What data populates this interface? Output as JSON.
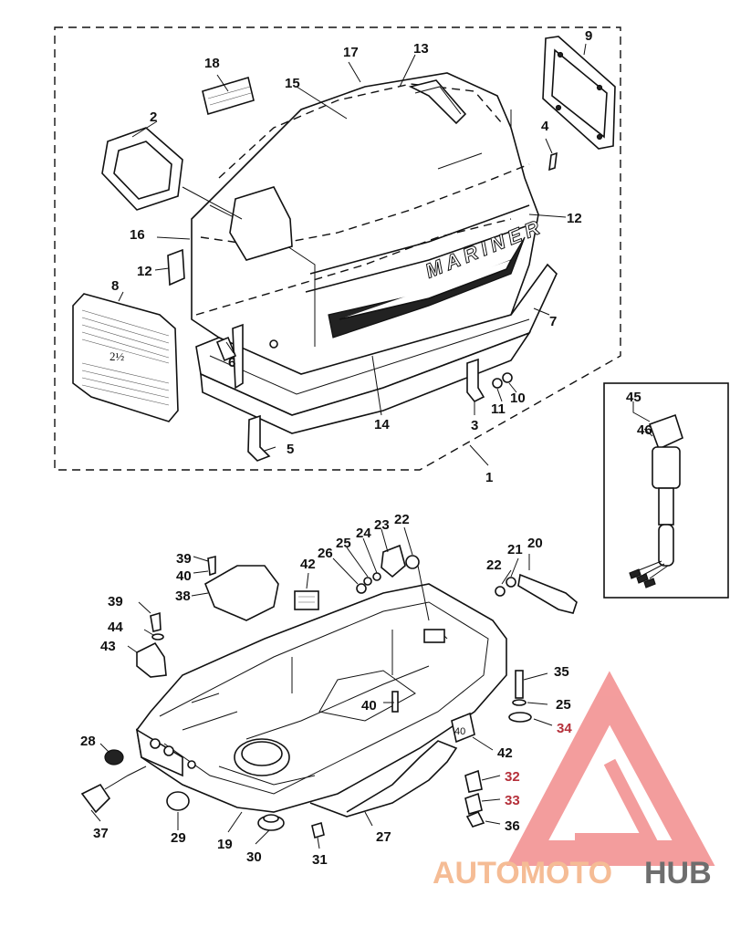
{
  "callouts": {
    "c1": "1",
    "c2": "2",
    "c3": "3",
    "c4": "4",
    "c5": "5",
    "c6": "6",
    "c7": "7",
    "c8": "8",
    "c9": "9",
    "c10": "10",
    "c11": "11",
    "c12a": "12",
    "c12b": "12",
    "c13": "13",
    "c14": "14",
    "c15": "15",
    "c16": "16",
    "c17": "17",
    "c18": "18",
    "c19": "19",
    "c20": "20",
    "c21": "21",
    "c22a": "22",
    "c22b": "22",
    "c23": "23",
    "c24": "24",
    "c25a": "25",
    "c25b": "25",
    "c26": "26",
    "c27": "27",
    "c28": "28",
    "c29": "29",
    "c30": "30",
    "c31": "31",
    "c32": "32",
    "c33": "33",
    "c34": "34",
    "c35": "35",
    "c36": "36",
    "c37": "37",
    "c38": "38",
    "c39a": "39",
    "c39b": "39",
    "c40a": "40",
    "c40b": "40",
    "c42a": "42",
    "c42b": "42",
    "c43": "43",
    "c44": "44",
    "c45": "45",
    "c46": "46"
  },
  "decal_text": {
    "brand": "MARINER",
    "hp_badge": "2½",
    "base_tag": "40"
  },
  "watermark": {
    "part1": "AUTOMOTO",
    "part2": "HUB",
    "color_primary": "#f28c8c",
    "color_secondary": "#444444"
  }
}
